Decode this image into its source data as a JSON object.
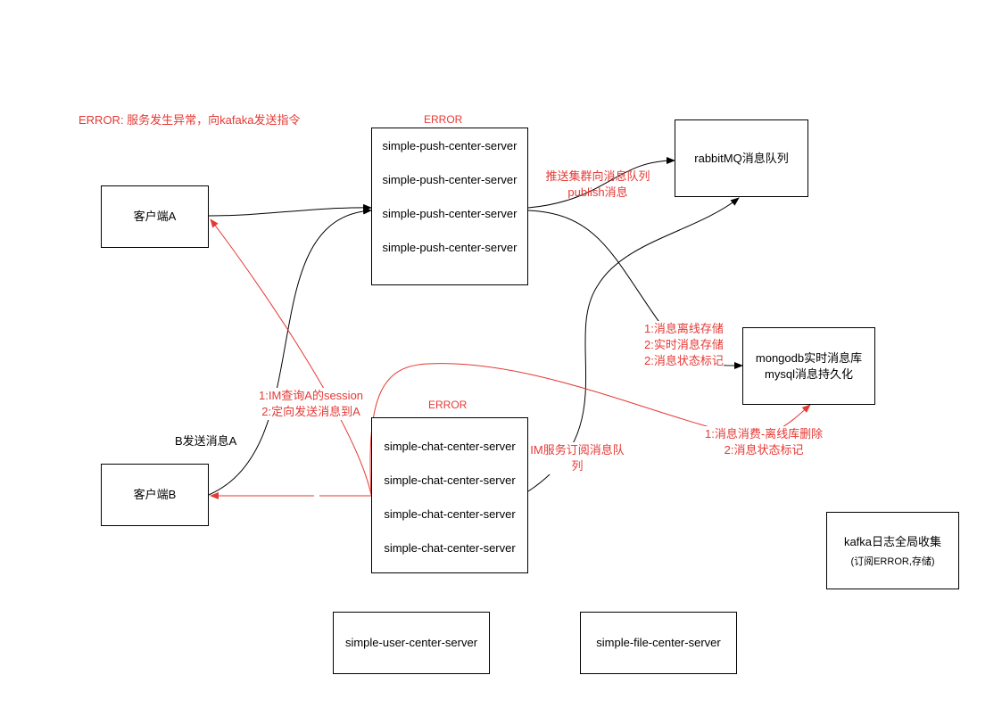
{
  "error_note": "ERROR: 服务发生异常，向kafaka发送指令",
  "push": {
    "error": "ERROR",
    "servers": [
      "simple-push-center-server",
      "simple-push-center-server",
      "simple-push-center-server",
      "simple-push-center-server"
    ]
  },
  "chat": {
    "error": "ERROR",
    "servers": [
      "simple-chat-center-server",
      "simple-chat-center-server",
      "simple-chat-center-server",
      "simple-chat-center-server"
    ]
  },
  "client_a": "客户端A",
  "client_b": "客户端B",
  "rabbitmq": "rabbitMQ消息队列",
  "mongo": {
    "line1": "mongodb实时消息库",
    "line2": "mysql消息持久化"
  },
  "kafka": {
    "line1": "kafka日志全局收集",
    "line2": "(订阅ERROR,存储)"
  },
  "user_center": "simple-user-center-server",
  "file_center": "simple-file-center-server",
  "edge_labels": {
    "push_to_mq": {
      "line1": "推送集群向消息队列",
      "line2": "publish消息"
    },
    "push_to_mongo": {
      "line1": "1:消息离线存储",
      "line2": "2:实时消息存储",
      "line3": "2:消息状态标记"
    },
    "chat_to_a": {
      "line1": "1:IM查询A的session",
      "line2": "2:定向发送消息到A"
    },
    "b_send": "B发送消息A",
    "chat_sub": {
      "line1": "IM服务订阅消息队",
      "line2": "列"
    },
    "consume": {
      "line1": "1:消息消费-离线库删除",
      "line2": "2:消息状态标记"
    }
  },
  "colors": {
    "accent_red": "#e53935",
    "line_black": "#000000"
  }
}
